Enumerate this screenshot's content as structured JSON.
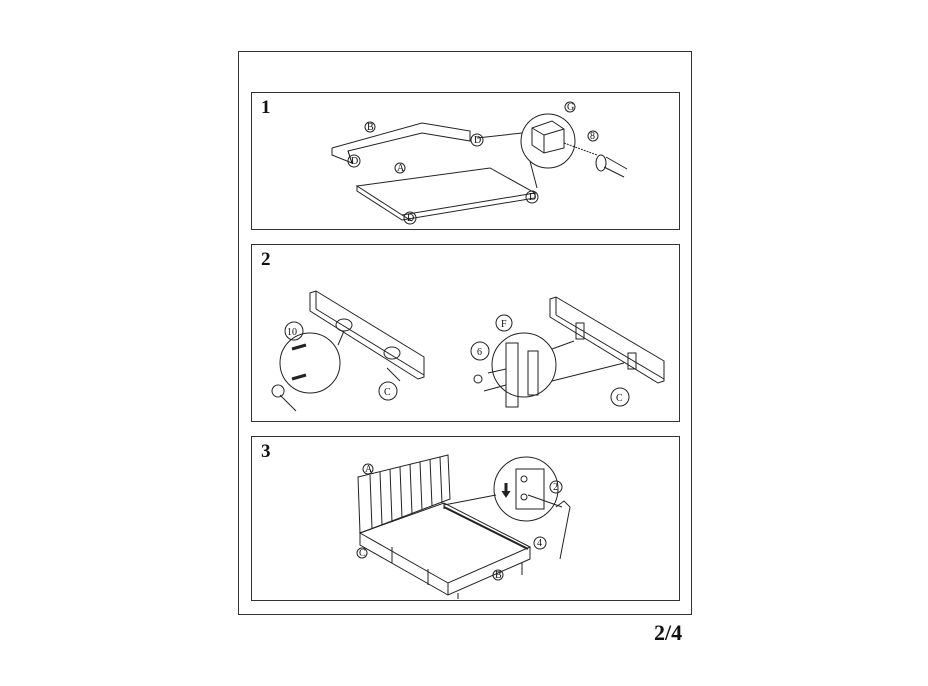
{
  "steps": [
    {
      "number": "1",
      "labels": {
        "B": "B",
        "A": "A",
        "G": "G",
        "8": "8",
        "D1": "D",
        "D2": "D",
        "D3": "D",
        "D4": "D"
      }
    },
    {
      "number": "2",
      "labels": {
        "10": "10",
        "C_left": "C",
        "F": "F",
        "6": "6",
        "C_right": "C"
      }
    },
    {
      "number": "3",
      "labels": {
        "A": "A",
        "C": "C",
        "B": "B",
        "2": "2",
        "4": "4"
      }
    }
  ],
  "page_number": "2/4"
}
